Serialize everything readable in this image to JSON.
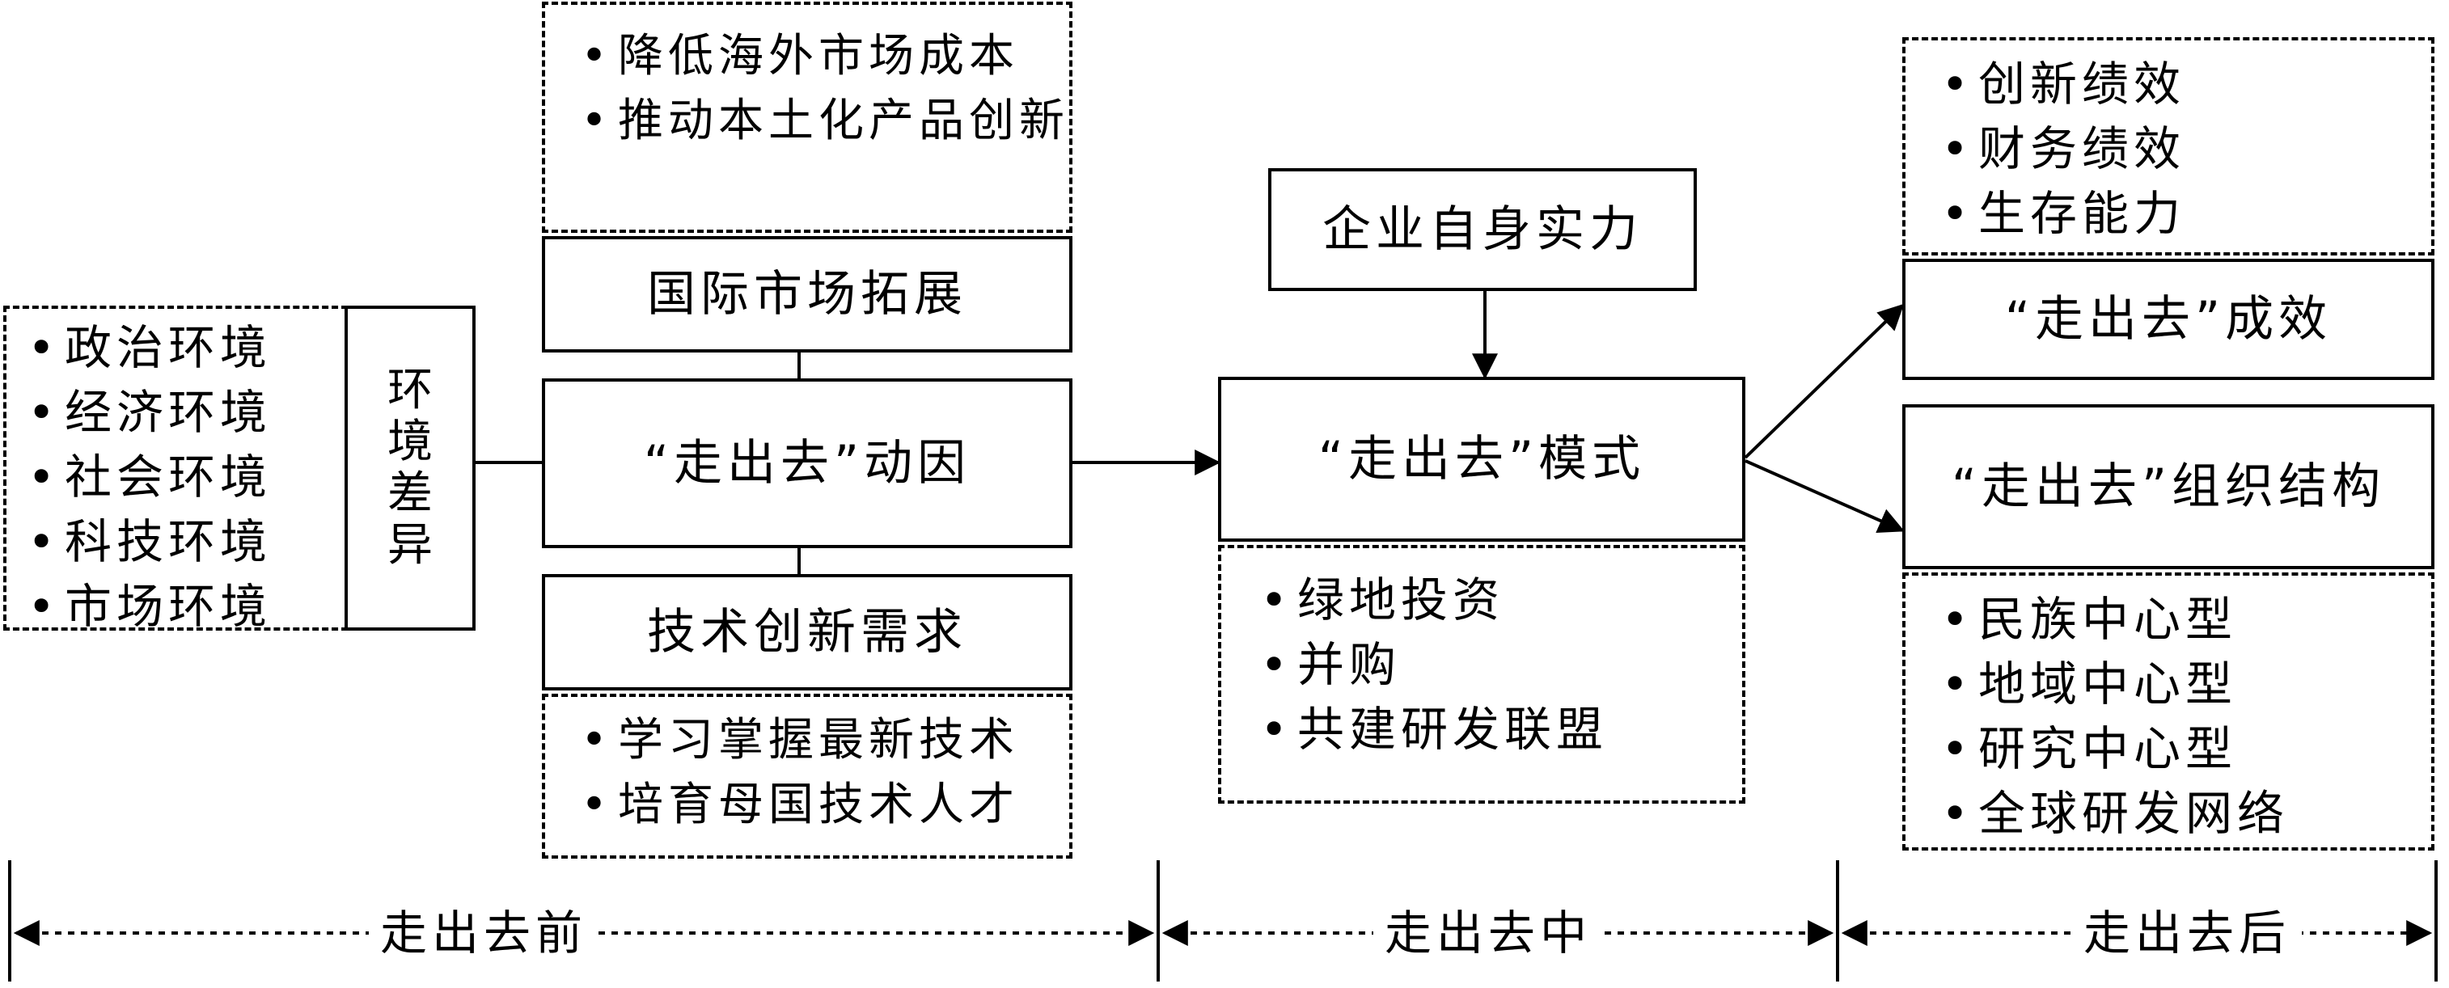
{
  "environment": {
    "items": [
      "政治环境",
      "经济环境",
      "社会环境",
      "科技环境",
      "市场环境"
    ],
    "difference_label": "环境差异"
  },
  "motives": {
    "market_benefits": [
      "降低海外市场成本",
      "推动本土化产品创新"
    ],
    "market_expansion": "国际市场拓展",
    "motive": "“走出去”动因",
    "tech_demand": "技术创新需求",
    "tech_benefits": [
      "学习掌握最新技术",
      "培育母国技术人才"
    ]
  },
  "mode": {
    "strength": "企业自身实力",
    "mode": "“走出去”模式",
    "options": [
      "绿地投资",
      "并购",
      "共建研发联盟"
    ]
  },
  "outcomes": {
    "performance_items": [
      "创新绩效",
      "财务绩效",
      "生存能力"
    ],
    "effect": "“走出去”成效",
    "structure": "“走出去”组织结构",
    "structure_items": [
      "民族中心型",
      "地域中心型",
      "研究中心型",
      "全球研发网络"
    ]
  },
  "phases": [
    "走出去前",
    "走出去中",
    "走出去后"
  ]
}
